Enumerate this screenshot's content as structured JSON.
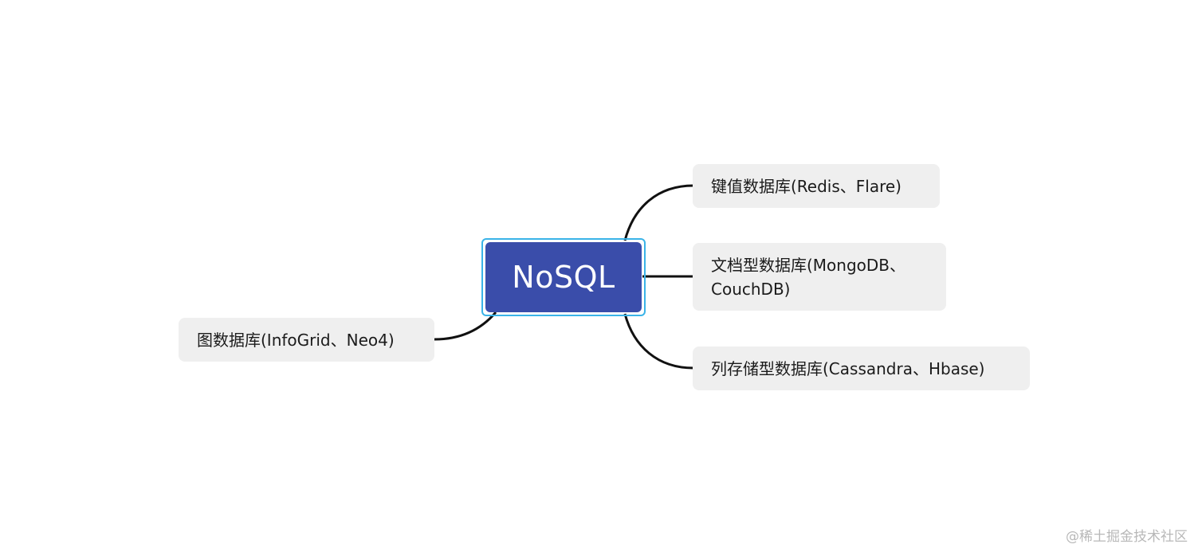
{
  "mindmap": {
    "root": {
      "label": "NoSQL"
    },
    "branches": [
      {
        "label": "键值数据库(Redis、Flare)"
      },
      {
        "label_line1": "文档型数据库(MongoDB、",
        "label_line2": "CouchDB)"
      },
      {
        "label": "列存储型数据库(Cassandra、Hbase)"
      },
      {
        "label": "图数据库(InfoGrid、Neo4)"
      }
    ]
  },
  "watermark": "@稀土掘金技术社区",
  "colors": {
    "root_fill": "#3a4daa",
    "root_outline": "#3ab3e8",
    "node_fill": "#efefef",
    "connector": "#111111"
  }
}
